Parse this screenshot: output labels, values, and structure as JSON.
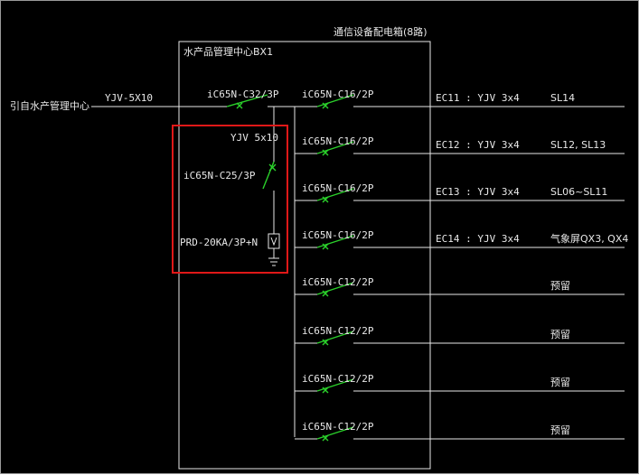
{
  "panel": {
    "title": "通信设备配电箱(8路)",
    "box_label": "水产品管理中心BX1"
  },
  "incoming": {
    "source_label": "引自水产管理中心",
    "cable_label": "YJV-5X10",
    "main_breaker": "iC65N-C32/3P"
  },
  "spd": {
    "cable_label": "YJV 5x10",
    "breaker_label": "iC65N-C25/3P",
    "device_label": "PRD-20KA/3P+N",
    "highlight_color": "#e01818"
  },
  "colors": {
    "background": "#000000",
    "lines": "#e8e8e8",
    "breaker": "#2bd12b"
  },
  "circuits": [
    {
      "breaker": "iC65N-C16/2P",
      "code": "EC11 : YJV 3x4",
      "load": "SL14"
    },
    {
      "breaker": "iC65N-C16/2P",
      "code": "EC12 : YJV 3x4",
      "load": "SL12, SL13"
    },
    {
      "breaker": "iC65N-C16/2P",
      "code": "EC13 : YJV 3x4",
      "load": "SL06~SL11"
    },
    {
      "breaker": "iC65N-C16/2P",
      "code": "EC14 : YJV 3x4",
      "load": "气象屏QX3, QX4"
    },
    {
      "breaker": "iC65N-C12/2P",
      "code": "",
      "load": "预留"
    },
    {
      "breaker": "iC65N-C12/2P",
      "code": "",
      "load": "预留"
    },
    {
      "breaker": "iC65N-C12/2P",
      "code": "",
      "load": "预留"
    },
    {
      "breaker": "iC65N-C12/2P",
      "code": "",
      "load": "预留"
    }
  ]
}
